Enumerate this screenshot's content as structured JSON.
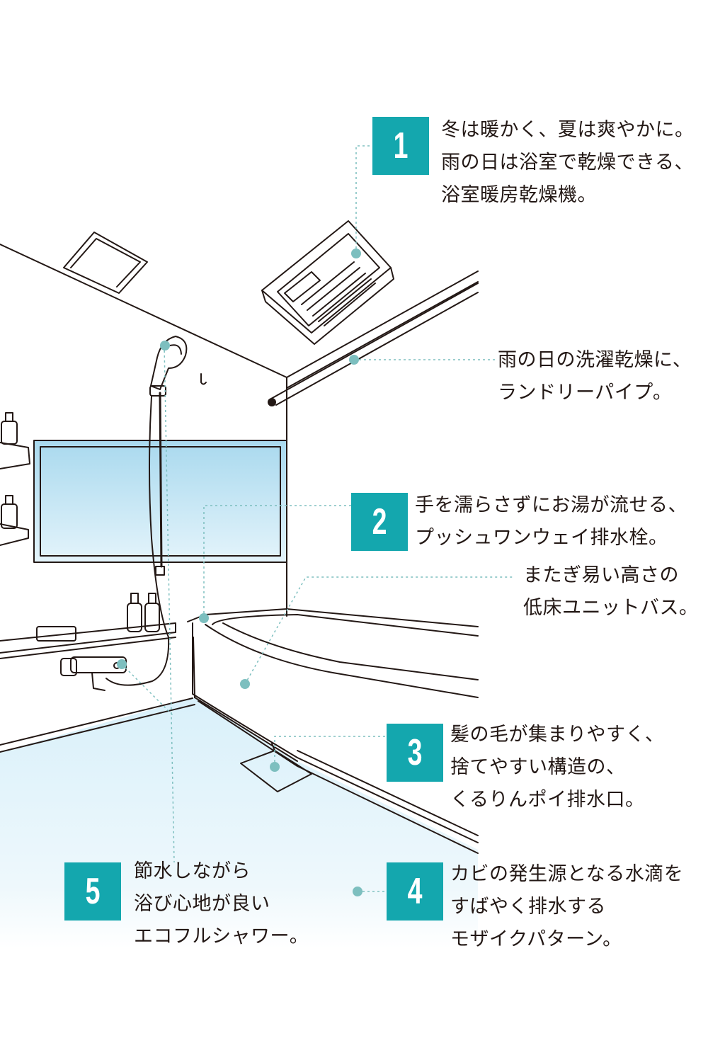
{
  "colors": {
    "accent": "#14a7ae",
    "line": "#231815",
    "leader": "#7dbfbf",
    "floor": "#dff3fb",
    "mirror": "#bfe4f4"
  },
  "callouts": [
    {
      "number": "1",
      "lines": [
        "冬は暖かく、夏は爽やかに。",
        "雨の日は浴室で乾燥できる、",
        "浴室暖房乾燥機。"
      ]
    },
    {
      "number": "",
      "lines": [
        "雨の日の洗濯乾燥に、",
        "ランドリーパイプ。"
      ]
    },
    {
      "number": "2",
      "lines": [
        "手を濡らさずにお湯が流せる、",
        "プッシュワンウェイ排水栓。"
      ]
    },
    {
      "number": "",
      "lines": [
        "またぎ易い高さの",
        "低床ユニットバス。"
      ]
    },
    {
      "number": "3",
      "lines": [
        "髪の毛が集まりやすく、",
        "捨てやすい構造の、",
        "くるりんポイ排水口。"
      ]
    },
    {
      "number": "5",
      "lines": [
        "節水しながら",
        "浴び心地が良い",
        "エコフルシャワー。"
      ]
    },
    {
      "number": "4",
      "lines": [
        "カビの発生源となる水滴を",
        "すばやく排水する",
        "モザイクパターン。"
      ]
    }
  ]
}
